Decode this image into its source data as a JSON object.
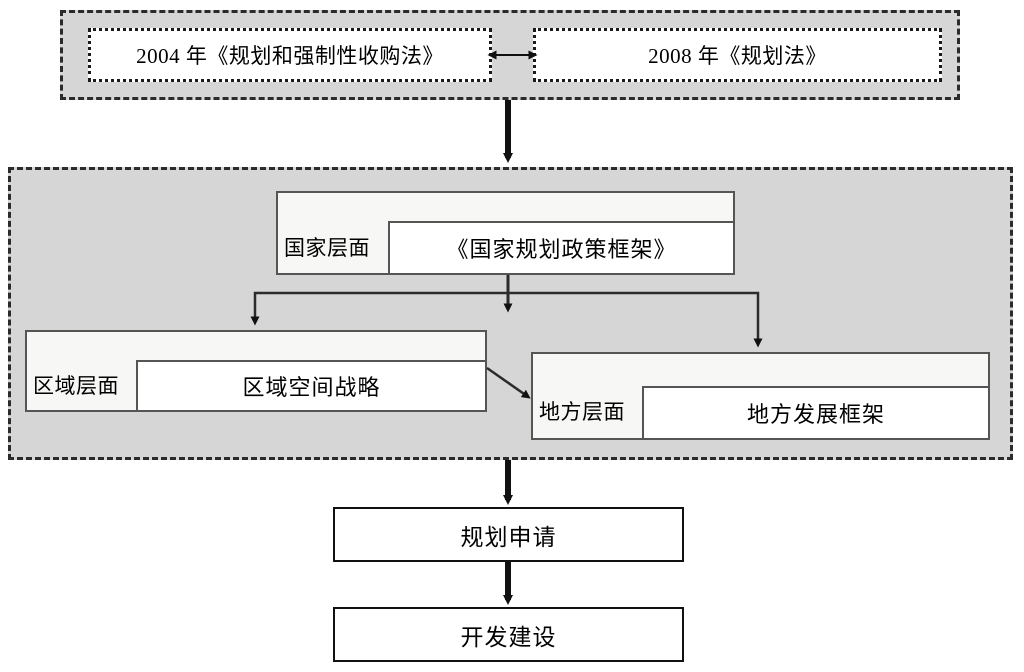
{
  "diagram": {
    "title_text_present": false,
    "colors": {
      "band_fill": "#d6d6d6",
      "band_border": "#2b2b2b",
      "level_outer_fill": "#f7f7f5",
      "level_inner_fill": "#ffffff",
      "box_border": "#555555",
      "process_border": "#111111",
      "arrow": "#111111",
      "text": "#000000"
    },
    "legislation_band": {
      "items": [
        {
          "label": "2004 年《规划和强制性收购法》"
        },
        {
          "label": "2008 年《规划法》"
        }
      ],
      "relation_icon": "double-headed-arrow-icon"
    },
    "policy_band": {
      "levels": [
        {
          "key": "national",
          "label": "国家层面",
          "document": "《国家规划政策框架》"
        },
        {
          "key": "regional",
          "label": "区域层面",
          "document": "区域空间战略"
        },
        {
          "key": "local",
          "label": "地方层面",
          "document": "地方发展框架"
        }
      ]
    },
    "process_steps": [
      {
        "key": "application",
        "label": "规划申请"
      },
      {
        "key": "development",
        "label": "开发建设"
      }
    ],
    "connectors": [
      {
        "name": "legislation-to-policy",
        "type": "thick-down-arrow"
      },
      {
        "name": "national-split-left",
        "type": "elbow-down-arrow"
      },
      {
        "name": "national-down",
        "type": "down-arrow"
      },
      {
        "name": "national-split-right",
        "type": "elbow-down-arrow"
      },
      {
        "name": "regional-to-local",
        "type": "diagonal-arrow"
      },
      {
        "name": "policy-to-application",
        "type": "thick-down-arrow"
      },
      {
        "name": "application-to-development",
        "type": "thick-down-arrow"
      }
    ]
  }
}
